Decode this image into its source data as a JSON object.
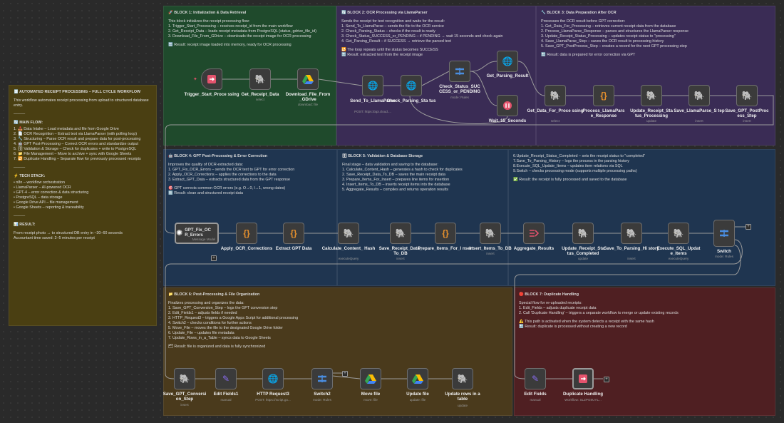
{
  "notes": {
    "overview": {
      "title": "🧾 AUTOMATED RECEIPT PROCESSING – FULL CYCLE WORKFLOW",
      "intro": "This workflow automates receipt processing from upload to structured database entry.",
      "sep1": "———",
      "flow_title": "🔄 MAIN FLOW:",
      "flow_items": [
        "1. 📥 Data Intake – Load metadata and file from Google Drive",
        "2. 📄 OCR Recognition – Extract text via LlamaParser (with polling loop)",
        "3. 🔧 Structuring – Parse OCR result and prepare data for post-processing",
        "4. 🤖 GPT Post-Processing – Correct OCR errors and standardize output",
        "5. 🗄 Validation & Storage – Check for duplicates + write to PostgreSQL",
        "6. 📁 File Management – Move to archive + sync with Google Sheets",
        "7. 🔁 Duplicate Handling – Separate flow for previously processed receipts"
      ],
      "sep2": "———",
      "stack_title": "⚡ TECH STACK:",
      "stack_items": [
        "• n8n – workflow orchestration",
        "• LlamaParser – AI-powered OCR",
        "• GPT-4 – error correction & data structuring",
        "• PostgreSQL – data storage",
        "• Google Drive API – file management",
        "• Google Sheets – reporting & traceability"
      ],
      "sep3": "———",
      "result_title": "📊 RESULT:",
      "result_text": "From receipt photo → to structured DB entry in ~30–60 seconds\nAccountant time saved: 2–5 minutes per receipt"
    },
    "block1": {
      "title": "🚀 BLOCK 1: Initialization & Data Retrieval",
      "body": "This block initializes the receipt processing flow:\n1. Trigger_Start_Processing – receives receipt_id from the main workflow\n2. Get_Receipt_Data – loads receipt metadata from PostgreSQL (status, gdrive_file_id)\n3. Download_File_From_GDrive – downloads the receipt image for OCR processing",
      "result": "🔚 Result: receipt image loaded into memory, ready for OCR processing"
    },
    "block2": {
      "title": "🔄 BLOCK 2: OCR Processing via LlamaParser",
      "body": "Sends the receipt for text recognition and waits for the result:\n1. Send_To_LlamaParse – sends the file to the OCR service\n2. Check_Parsing_Status – checks if the result is ready\n3. Check_Status_SUCCESS_or_PENDING – if PENDING → wait 15 seconds and check again\n4. Get_Parsing_Result – if SUCCESS → retrieve the parsed text",
      "result": "🔁 The loop repeats until the status becomes SUCCESS\n🔚 Result: extracted text from the receipt image"
    },
    "block3": {
      "title": "🔧 BLOCK 3: Data Preparation After OCR",
      "body": "Processes the OCR result before GPT correction:\n1. Get_Data_For_Processing – retrieves current receipt data from the database\n2. Process_LlamaParse_Response – parses and structures the LlamaParser response\n3. Update_Receipt_Status_Processing – updates receipt status to \"processing\"\n4. Save_LlamaParse_Step – saves the OCR result to processing history\n5. Save_GPT_PostProcess_Step – creates a record for the next GPT processing step",
      "result": "🔚 Result: data is prepared for error correction via GPT"
    },
    "block4": {
      "title": "🤖 BLOCK 4: GPT Post-Processing & Error Correction",
      "body": "Improves the quality of OCR-extracted data:\n1. GPT_Fix_OCR_Errors – sends the OCR text to GPT for error correction\n2. Apply_OCR_Corrections – applies the corrections to the data\n3. Extract_GPT_Data – extracts structured data from the GPT response",
      "result": "🎯 GPT corrects common OCR errors (e.g. O→0, l→1, wrong dates)\n🔚 Result: clean and structured receipt data"
    },
    "block5": {
      "title": "🗄 BLOCK 5: Validation & Database Storage",
      "body": "Final stage – data validation and saving to the database:\n1. Calculate_Content_Hash – generates a hash to check for duplicates\n2. Save_Receipt_Data_To_DB – saves the main receipt data\n3. Prepare_Items_For_Insert – prepares line items for insertion\n4. Insert_Items_To_DB – inserts receipt items into the database\n5. Aggregate_Results – compiles and returns operation results"
    },
    "block5b": {
      "body": "6.Update_Receipt_Status_Completed – sets the receipt status to \"completed\"\n7.Save_To_Parsing_History – logs the process in the parsing history\n8.Execute_SQL_Update_Items – updates item relations via SQL\n9.Switch – checks processing mode (supports multiple processing paths)",
      "result": "✅ Result: the receipt is fully processed and saved to the database"
    },
    "block6": {
      "title": "📁 BLOCK 6: Post-Processing & File Organization",
      "body": "Finalizes processing and organizes the data:\n1. Save_GPT_Conversion_Step – logs the GPT conversion step\n2. Edit_Fields1 – adjusts fields if needed\n3. HTTP_Request3 – triggers a Google Apps Script for additional processing\n4. Switch2 – checks conditions for further actions\n5. Move_File – moves the file to the designated Google Drive folder\n6. Update_File – updates file metadata\n7. Update_Rows_in_a_Table – syncs data to Google Sheets",
      "result": "🗂 Result: file is organized and data is fully synchronized"
    },
    "block7": {
      "title": "🔴 BLOCK 7: Duplicate Handling",
      "body": "Special flow for re-uploaded receipts:\n1. Edit_Fields – adjusts duplicate receipt data\n2. Call 'Duplicate Handling' – triggers a separate workflow to merge or update existing records",
      "result": "⚠️ This path is activated when the system detects a receipt with the same hash\n🔚 Result: duplicate is processed without creating a new record"
    }
  },
  "nodes": {
    "trigger": {
      "label": "Trigger_Start_Proce ssing",
      "icon": "exit-arrow-icon"
    },
    "get_receipt": {
      "label": "Get_Receipt_Data",
      "sub": "select"
    },
    "download": {
      "label": "Download_File_From _GDrive",
      "sub": "download: file"
    },
    "send_llama": {
      "label": "Send_To_LlamaParse",
      "sub": "POST: https://api.cloud...."
    },
    "check_parsing": {
      "label": "Check_Parsing_Sta tus"
    },
    "check_status": {
      "label": "Check_Status_SUC CESS_or_PENDING",
      "sub": "mode: Rules"
    },
    "get_result": {
      "label": "Get_Parsing_Result"
    },
    "wait": {
      "label": "Wait_15_Seconds"
    },
    "get_data": {
      "label": "Get_Data_For_Proce ssing",
      "sub": "select"
    },
    "process_llama": {
      "label": "Process_LlamaPars e_Response"
    },
    "update_status_proc": {
      "label": "Update_Receipt_Sta tus_Processing",
      "sub": "update"
    },
    "save_llama": {
      "label": "Save_LlamaParse_S tep",
      "sub": "insert"
    },
    "save_gpt_post": {
      "label": "Save_GPT_PostProc ess_Step",
      "sub": "insert"
    },
    "gpt_fix": {
      "label": "GPT_Fix_OC R_Errors",
      "sub": "Message Model"
    },
    "apply_ocr": {
      "label": "Apply_OCR_Corrections"
    },
    "extract_gpt": {
      "label": "Extract GPT Data"
    },
    "calc_hash": {
      "label": "Calculate_Content_ Hash",
      "sub": "executeQuery"
    },
    "save_receipt": {
      "label": "Save_Receipt_Data_ To_DB",
      "sub": "insert"
    },
    "prepare_items": {
      "label": "Prepare_Items_For_I nsert"
    },
    "insert_items": {
      "label": "Insert_Items_To_DB",
      "sub": "insert"
    },
    "aggregate": {
      "label": "Aggregate_Results"
    },
    "update_completed": {
      "label": "Update_Receipt_Sta tus_Completed",
      "sub": "update"
    },
    "save_history": {
      "label": "Save_To_Parsing_Hi story",
      "sub": "insert"
    },
    "exec_sql": {
      "label": "Execute_SQL_Updat e_Items",
      "sub": "executeQuery"
    },
    "switch": {
      "label": "Switch",
      "sub": "mode: Rules"
    },
    "save_gpt_conv": {
      "label": "Save_GPT_Conversi on_Step",
      "sub": "insert"
    },
    "edit_fields1": {
      "label": "Edit Fields1",
      "sub": "manual"
    },
    "http3": {
      "label": "HTTP Request3",
      "sub": "POST: https://script.go..."
    },
    "switch2": {
      "label": "Switch2",
      "sub": "mode: Rules"
    },
    "move_file": {
      "label": "Move file",
      "sub": "move: file"
    },
    "update_file": {
      "label": "Update file",
      "sub": "update: file"
    },
    "update_rows": {
      "label": "Update rows in a table",
      "sub": "update"
    },
    "edit_fields": {
      "label": "Edit Fields",
      "sub": "manual"
    },
    "dup": {
      "label": "Duplicate Handling",
      "sub": "Workflow: SLZPG9UYL..."
    }
  },
  "colors": {
    "pg": "#5b8bd6",
    "code": "#e8912d",
    "gdrive": "#34a853",
    "http": "#7b8cff",
    "switch": "#4a8de0",
    "wait": "#e4536d",
    "trigger": "#e4536d",
    "edit": "#8a6cf0",
    "aggregate": "#e4536d",
    "exec": "#e4536d"
  }
}
